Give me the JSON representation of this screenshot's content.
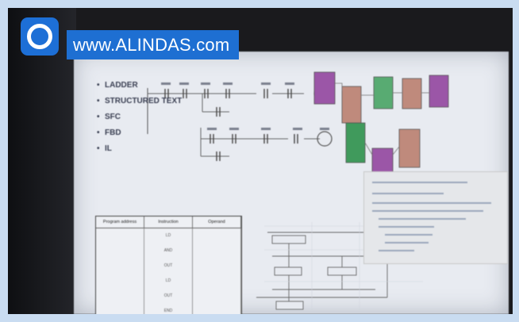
{
  "watermark": {
    "text": "www.ALINDAS.com",
    "color": "#1e6fd2"
  },
  "slide": {
    "languages": [
      "LADDER",
      "STRUCTURED TEXT",
      "SFC",
      "FBD",
      "IL"
    ]
  },
  "table": {
    "headers": [
      "Program address",
      "Instruction",
      "Operand"
    ],
    "rows": [
      [
        "",
        "LD",
        ""
      ],
      [
        "",
        "AND",
        ""
      ],
      [
        "",
        "OUT",
        ""
      ],
      [
        "",
        "LD",
        ""
      ],
      [
        "",
        "OUT",
        ""
      ],
      [
        "",
        "END",
        ""
      ]
    ]
  }
}
